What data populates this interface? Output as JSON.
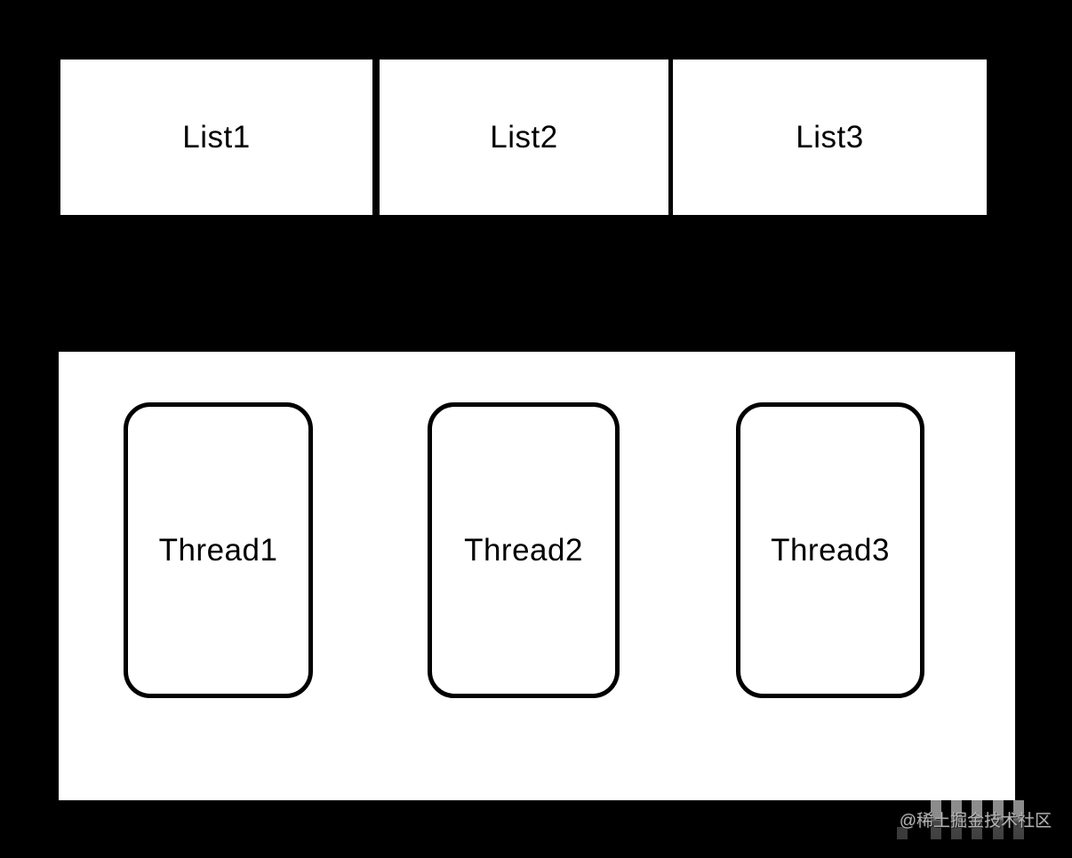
{
  "page": {
    "background": "#000000"
  },
  "diagram": {
    "colors": {
      "background": "#000000",
      "box_fill": "#ffffff",
      "label_text": "#000000",
      "thread_border": "#000000"
    },
    "lists": [
      {
        "label": "List1"
      },
      {
        "label": "List2"
      },
      {
        "label": "List3"
      }
    ],
    "threads": [
      {
        "label": "Thread1"
      },
      {
        "label": "Thread2"
      },
      {
        "label": "Thread3"
      }
    ]
  },
  "watermark": {
    "text": "@稀土掘金技术社区",
    "color": "#b3b3b3"
  }
}
